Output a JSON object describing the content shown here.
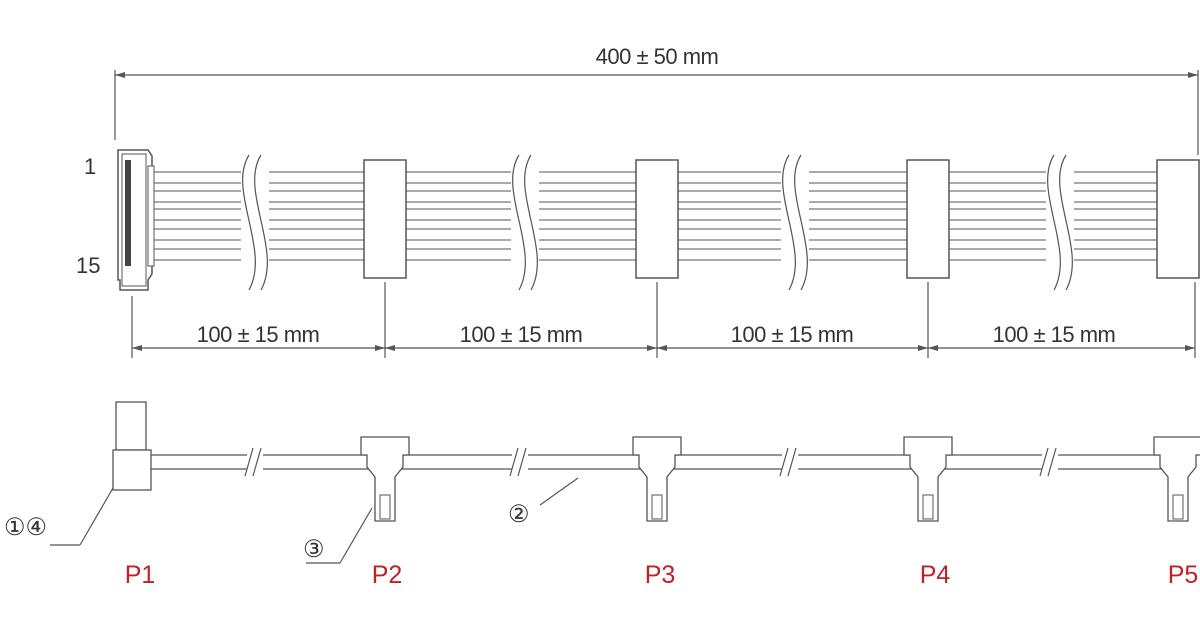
{
  "overall_length": "400 ± 50 mm",
  "segment_lengths": [
    "100 ± 15 mm",
    "100 ± 15 mm",
    "100 ± 15 mm",
    "100 ± 15 mm"
  ],
  "pin_labels": {
    "first": "1",
    "last": "15"
  },
  "connectors": [
    "P1",
    "P2",
    "P3",
    "P4",
    "P5"
  ],
  "callouts": {
    "c14": "①④",
    "c2": "②",
    "c3": "③"
  },
  "colors": {
    "line": "#555555",
    "connector_label": "#c0202a"
  }
}
